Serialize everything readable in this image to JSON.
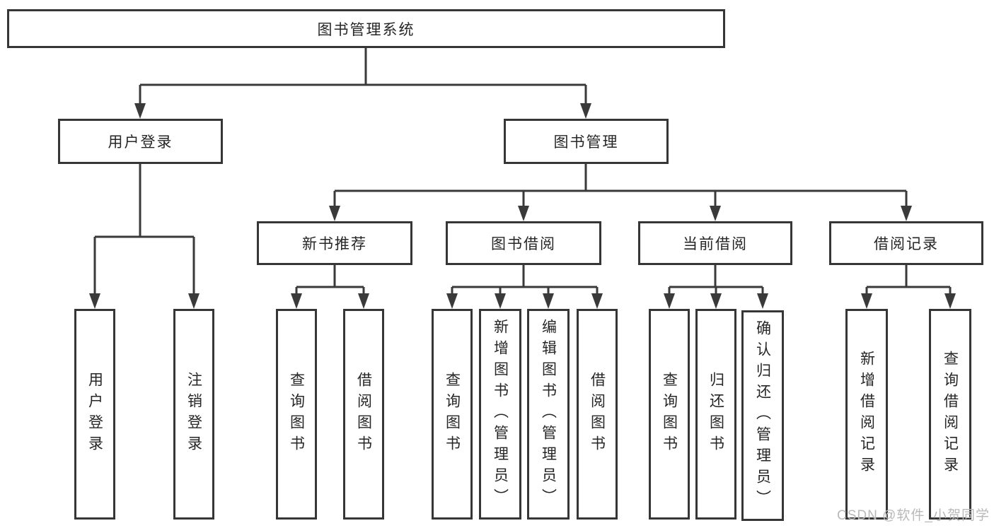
{
  "diagram": {
    "type": "hierarchy-tree",
    "orientation": "top-down"
  },
  "tree": {
    "label": "图书管理系统",
    "children": [
      {
        "label": "用户登录",
        "children": [
          {
            "label": "用户登录"
          },
          {
            "label": "注销登录"
          }
        ]
      },
      {
        "label": "图书管理",
        "children": [
          {
            "label": "新书推荐",
            "children": [
              {
                "label": "查询图书"
              },
              {
                "label": "借阅图书"
              }
            ]
          },
          {
            "label": "图书借阅",
            "children": [
              {
                "label": "查询图书"
              },
              {
                "label": "新增图书（管理员）"
              },
              {
                "label": "编辑图书（管理员）"
              },
              {
                "label": "借阅图书"
              }
            ]
          },
          {
            "label": "当前借阅",
            "children": [
              {
                "label": "查询图书"
              },
              {
                "label": "归还图书"
              },
              {
                "label": "确认归还（管理员）"
              }
            ]
          },
          {
            "label": "借阅记录",
            "children": [
              {
                "label": "新增借阅记录"
              },
              {
                "label": "查询借阅记录"
              }
            ]
          }
        ]
      }
    ]
  },
  "watermark": "CSDN @软件_小贺同学",
  "colors": {
    "background": "#ffffff",
    "box_border": "#363636",
    "line": "#3a3a3a",
    "text": "#262626",
    "watermark": "#b9b9b9"
  }
}
